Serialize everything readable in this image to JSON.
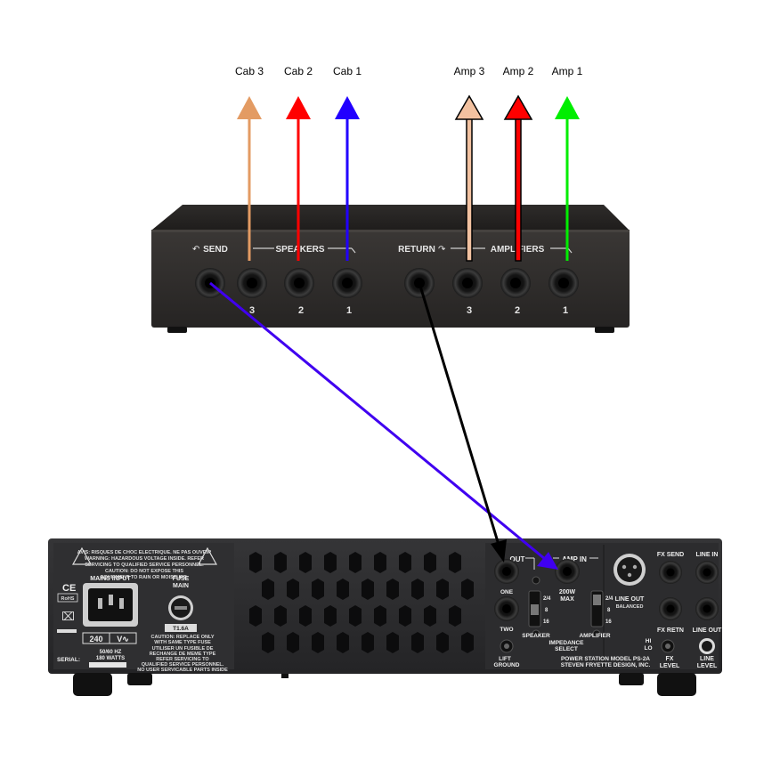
{
  "top_labels": {
    "cab3": "Cab 3",
    "cab2": "Cab 2",
    "cab1": "Cab 1",
    "amp3": "Amp 3",
    "amp2": "Amp 2",
    "amp1": "Amp 1"
  },
  "switch_box": {
    "send": "SEND",
    "speakers": "SPEAKERS",
    "return": "RETURN",
    "amplifiers": "AMPLIFIERS",
    "num_3a": "3",
    "num_2a": "2",
    "num_1a": "1",
    "num_3b": "3",
    "num_2b": "2",
    "num_1b": "1"
  },
  "amp_rear": {
    "warning_fr": "AVIS: RISQUES DE CHOC ELECTRIQUE. NE PAS OUVRIR",
    "warning_en1": "WARNING: HAZARDOUS VOLTAGE INSIDE. REFER",
    "warning_en2": "SERVICING TO QUALIFIED SERVICE PERSONNEL.",
    "warning_en3": "CAUTION: DO NOT EXPOSE THIS",
    "warning_en4": "EQUIPMENT TO RAIN OR MOISTURE.",
    "ce": "CE",
    "rohs": "RoHS",
    "mains_input": "MAINS INPUT",
    "fuse": "FUSE",
    "main": "MAIN",
    "fuse_rating": "T1.6A",
    "fuse_caution1": "CAUTION: REPLACE ONLY",
    "fuse_caution2": "WITH SAME TYPE FUSE",
    "fuse_fr1": "UTILISER UN FUSIBLE DE",
    "fuse_fr2": "RECHANGE DE MEME TYPE",
    "fuse_service1": "REFER SERVICING TO",
    "fuse_service2": "QUALIFIED SERVICE PERSONNEL.",
    "fuse_service3": "NO USER SERVICABLE PARTS INSIDE",
    "voltage": "240",
    "voltage_unit": "V∿",
    "hz": "50/60 HZ",
    "watts": "180 WATTS",
    "serial": "SERIAL:",
    "out": "OUT",
    "one": "ONE",
    "two": "TWO",
    "amp_in": "AMP IN",
    "amp_in_sub1": "200W",
    "amp_in_sub2": "MAX",
    "imp_24": "2/4",
    "imp_8": "8",
    "imp_16": "16",
    "amp_24": "2/4",
    "amp_8": "8",
    "amp_16": "16",
    "speaker": "SPEAKER",
    "amplifier": "AMPLIFIER",
    "impedance1": "IMPEDANCE",
    "impedance2": "SELECT",
    "line_out": "LINE OUT",
    "balanced": "BALANCED",
    "fx_send": "FX SEND",
    "line_in": "LINE IN",
    "fx_retn": "FX RETN",
    "line_out2": "LINE OUT",
    "hi": "HI",
    "lo": "LO",
    "fx": "FX",
    "level": "LEVEL",
    "line": "LINE",
    "level2": "LEVEL",
    "lift": "LIFT",
    "ground": "GROUND",
    "model": "POWER STATION MODEL PS-2A",
    "maker": "STEVEN FRYETTE DESIGN, INC."
  },
  "colors": {
    "cab3": "#e39b63",
    "cab2": "#ff0000",
    "cab1": "#2200ff",
    "amp3": "#f2c1a0",
    "amp2": "#ff0000",
    "amp1": "#00ee00",
    "send_cable": "#4000f0",
    "return_cable": "#000000",
    "box_body": "#2b2927",
    "amp_body": "#2a2a2c"
  }
}
